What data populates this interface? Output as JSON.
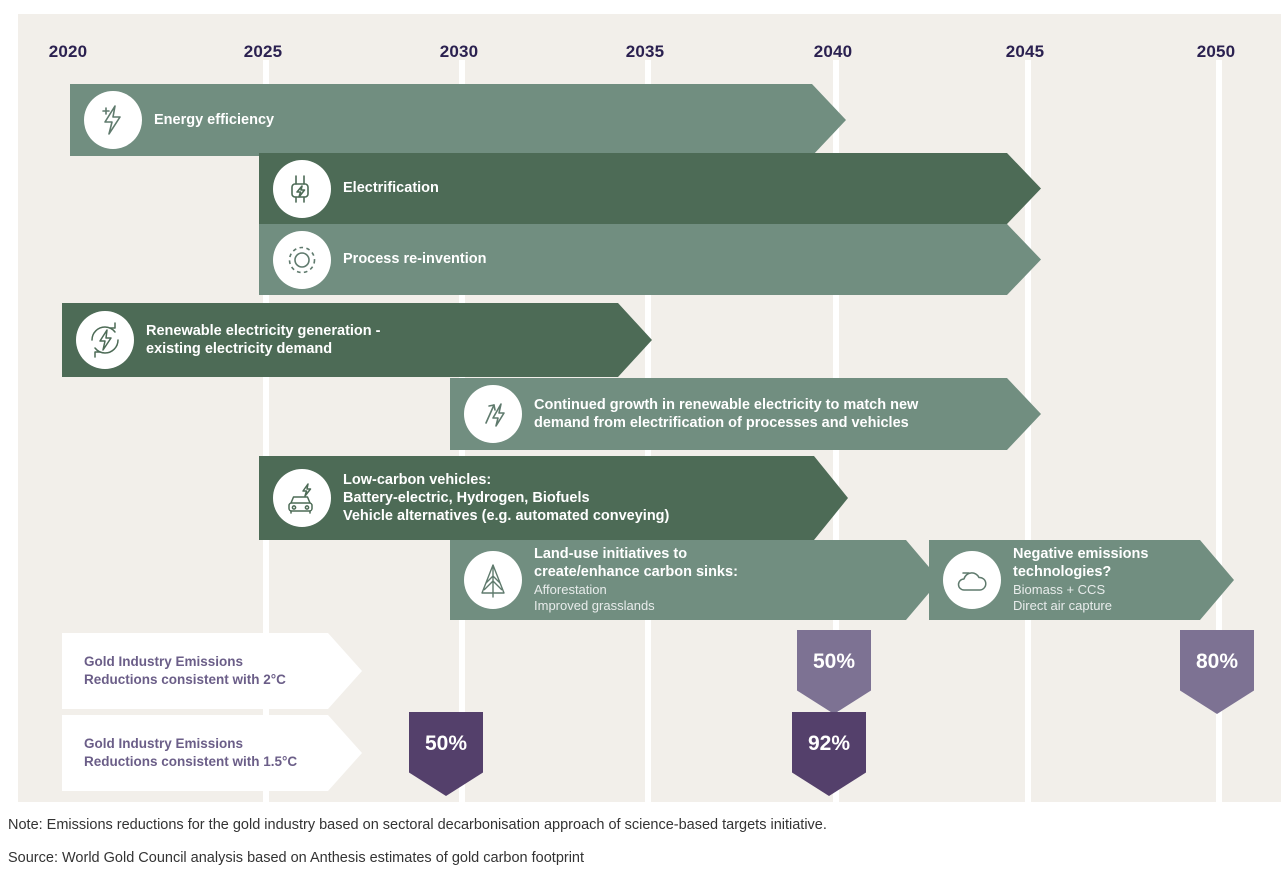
{
  "chart_data": {
    "type": "table",
    "title": "Gold industry decarbonisation roadmap",
    "xlabel": "",
    "ylabel": "",
    "axis_years": [
      2020,
      2025,
      2030,
      2035,
      2040,
      2045,
      2050
    ],
    "axis_tick_labels": [
      "2020",
      "2025",
      "2030",
      "2035",
      "2040",
      "2045",
      "2050"
    ],
    "grid": true,
    "legend": "none",
    "xlim": [
      2020,
      2051
    ],
    "initiatives": [
      {
        "label": "Energy efficiency",
        "sublabel": "",
        "start": 2021,
        "end": 2040,
        "color": "#718e80",
        "icon": "energy-bolt-icon",
        "shape": "arrow"
      },
      {
        "label": "Electrification",
        "sublabel": "",
        "start": 2025,
        "end": 2047,
        "color": "#4d6b56",
        "icon": "plug-icon",
        "shape": "arrow"
      },
      {
        "label": "Process re-invention",
        "sublabel": "",
        "start": 2025,
        "end": 2047,
        "color": "#718e80",
        "icon": "gear-icon",
        "shape": "arrow"
      },
      {
        "label": "Renewable electricity generation -\nexisting electricity demand",
        "sublabel": "",
        "start": 2020,
        "end": 2035,
        "color": "#4d6b56",
        "icon": "renewable-cycle-icon",
        "shape": "arrow"
      },
      {
        "label": "Continued growth in renewable electricity to match new\ndemand from electrification of processes and vehicles",
        "sublabel": "",
        "start": 2030,
        "end": 2047,
        "color": "#718e80",
        "icon": "growth-bolt-icon",
        "shape": "arrow"
      },
      {
        "label": "Low-carbon vehicles:\nBattery-electric, Hydrogen, Biofuels\nVehicle alternatives (e.g. automated conveying)",
        "sublabel": "",
        "start": 2025,
        "end": 2040,
        "color": "#4d6b56",
        "icon": "electric-car-icon",
        "shape": "arrow"
      },
      {
        "label": "Land-use initiatives to\ncreate/enhance carbon sinks:",
        "sublabel": "Afforestation\nImproved grasslands",
        "start": 2030,
        "end": 2044,
        "color": "#718e80",
        "icon": "tree-icon",
        "shape": "arrow"
      },
      {
        "label": "Negative emissions\ntechnologies?",
        "sublabel": "Biomass + CCS\nDirect air capture",
        "start": 2043,
        "end": 2051,
        "color": "#718e80",
        "icon": "cloud-icon",
        "shape": "arrow"
      }
    ],
    "emission_tracks": [
      {
        "label": "Gold Industry Emissions\nReductions consistent with 2°C",
        "color": "#7d7293",
        "milestones": [
          {
            "year": 2040,
            "value": "50%"
          },
          {
            "year": 2050,
            "value": "80%"
          }
        ]
      },
      {
        "label": "Gold Industry Emissions\nReductions consistent with 1.5°C",
        "color": "#54406b",
        "milestones": [
          {
            "year": 2030,
            "value": "50%"
          },
          {
            "year": 2040,
            "value": "92%"
          }
        ]
      }
    ]
  },
  "years": [
    {
      "label": "2020"
    },
    {
      "label": "2025"
    },
    {
      "label": "2030"
    },
    {
      "label": "2035"
    },
    {
      "label": "2040"
    },
    {
      "label": "2045"
    },
    {
      "label": "2050"
    }
  ],
  "bars": [
    {
      "title": "Energy efficiency",
      "sub": ""
    },
    {
      "title": "Electrification",
      "sub": ""
    },
    {
      "title": "Process re-invention",
      "sub": ""
    },
    {
      "title": "Renewable electricity generation -\nexisting electricity demand",
      "sub": ""
    },
    {
      "title": "Continued growth in renewable electricity to match new\ndemand from electrification of processes and vehicles",
      "sub": ""
    },
    {
      "title": "Low-carbon vehicles:\nBattery-electric, Hydrogen, Biofuels\nVehicle alternatives (e.g. automated conveying)",
      "sub": ""
    },
    {
      "title": "Land-use initiatives to\ncreate/enhance carbon sinks:",
      "sub": "Afforestation\nImproved grasslands"
    },
    {
      "title": "Negative emissions\ntechnologies?",
      "sub": "Biomass + CCS\nDirect air capture"
    }
  ],
  "tracks": [
    {
      "label": "Gold Industry Emissions\nReductions consistent with 2°C"
    },
    {
      "label": "Gold Industry Emissions\nReductions consistent with 1.5°C"
    }
  ],
  "badges": [
    {
      "value": "50%"
    },
    {
      "value": "80%"
    },
    {
      "value": "50%"
    },
    {
      "value": "92%"
    }
  ],
  "footnotes": {
    "note": "Note: Emissions reductions for the gold industry based on sectoral decarbonisation approach of science-based targets initiative.",
    "source": "Source: World Gold Council analysis based on Anthesis estimates of gold carbon footprint"
  },
  "colors": {
    "background": "#f2efea",
    "green_light": "#718e80",
    "green_dark": "#4d6b56",
    "purple_light": "#7d7293",
    "purple_dark": "#54406b",
    "year_text": "#2b2150",
    "label_text": "#6b5e88"
  }
}
